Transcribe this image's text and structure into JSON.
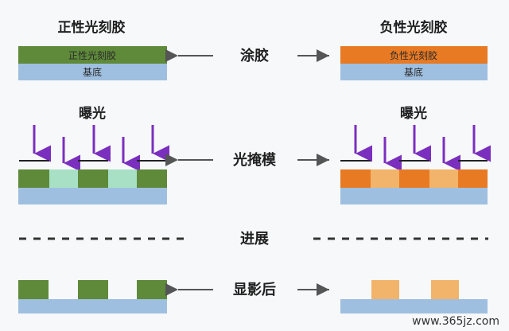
{
  "left": {
    "title": "正性光刻胶",
    "resist_label": "正性光刻胶",
    "substrate_label": "基底",
    "exposure_label": "曝光"
  },
  "right": {
    "title": "负性光刻胶",
    "resist_label": "负性光刻胶",
    "substrate_label": "基底",
    "exposure_label": "曝光"
  },
  "steps": {
    "coating": "涂胶",
    "mask": "光掩模",
    "progress": "进展",
    "develop": "显影后"
  },
  "watermark": "www.365jz.com",
  "colors": {
    "positive_resist": "#5e8a3a",
    "positive_exposed": "#a8e0c6",
    "negative_resist": "#e87a24",
    "negative_unexposed": "#f2b46a",
    "substrate": "#9ebfe0",
    "arrow_light": "#7b2fbe",
    "arrow_step": "#555555"
  }
}
